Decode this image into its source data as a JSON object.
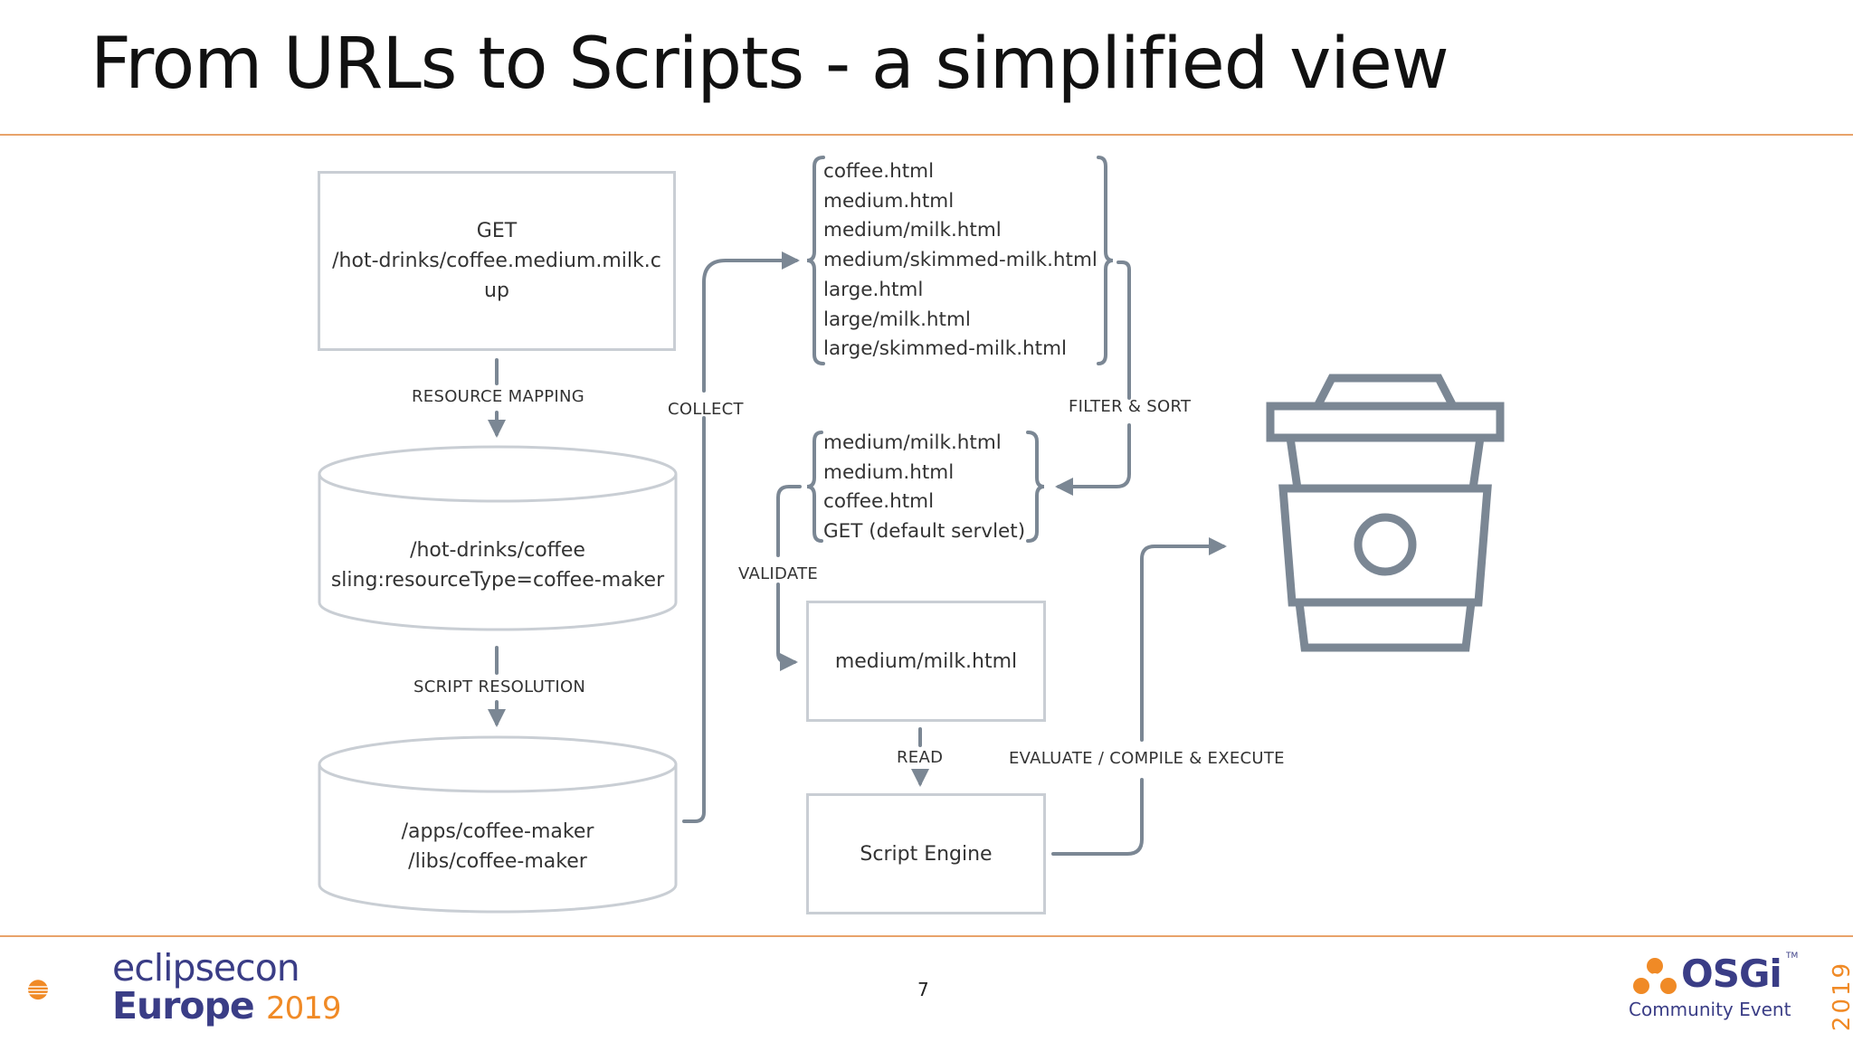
{
  "slide": {
    "title": "From URLs to Scripts - a simplified view",
    "page_number": "7"
  },
  "diagram": {
    "request_box": "GET /hot-drinks/coffee.medium.milk.cup",
    "request_lines": [
      "GET",
      "/hot-drinks/coffee.medium.milk.c",
      "up"
    ],
    "resource_mapping_label": "RESOURCE MAPPING",
    "resource_lines": [
      "/hot-drinks/coffee",
      "sling:resourceType=coffee-maker"
    ],
    "script_resolution_label": "SCRIPT RESOLUTION",
    "search_path_lines": [
      "/apps/coffee-maker",
      "/libs/coffee-maker"
    ],
    "collect_label": "COLLECT",
    "collected_scripts": [
      "coffee.html",
      "medium.html",
      "medium/milk.html",
      "medium/skimmed-milk.html",
      "large.html",
      "large/milk.html",
      "large/skimmed-milk.html"
    ],
    "filter_sort_label": "FILTER & SORT",
    "sorted_scripts": [
      "medium/milk.html",
      "medium.html",
      "coffee.html",
      "GET (default servlet)"
    ],
    "validate_label": "VALIDATE",
    "selected_script": "medium/milk.html",
    "read_label": "READ",
    "script_engine": "Script Engine",
    "evaluate_label": "EVALUATE / COMPILE & EXECUTE",
    "result_icon": "coffee-cup-icon"
  },
  "footer": {
    "left_logo_line1": "eclipsecon",
    "left_logo_line2": "Europe",
    "left_logo_year": "2019",
    "right_logo_name": "OSGi",
    "right_logo_tm": "TM",
    "right_logo_subtitle": "Community Event",
    "right_logo_year": "2019"
  },
  "colors": {
    "accent_rule": "#e8a36a",
    "arrow": "#7b8794",
    "box_border": "#c9ced4",
    "brand_blue": "#3a3d86",
    "brand_orange": "#f08a26"
  }
}
